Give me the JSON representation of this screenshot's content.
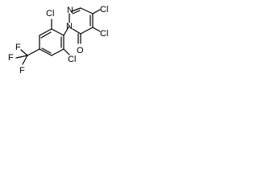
{
  "molecule": {
    "atom_labels": {
      "cl_top_ring": "Cl",
      "n_ring1": "N",
      "n_ring2": "N",
      "cl_top_right": "Cl",
      "cl_right": "Cl",
      "o_carbonyl": "O",
      "cl_bottom_ring": "Cl",
      "f_top": "F",
      "f_left": "F",
      "f_bottom": "F"
    }
  }
}
